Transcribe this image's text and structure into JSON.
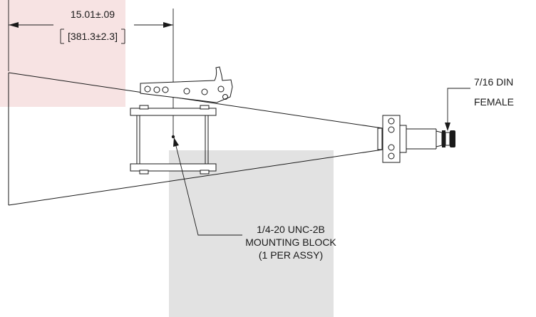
{
  "dimension": {
    "inches": "15.01±.09",
    "mm": "[381.3±2.3]"
  },
  "callouts": {
    "connector": [
      "7/16 DIN",
      "FEMALE"
    ],
    "mount": [
      "1/4-20 UNC-2B",
      "MOUNTING BLOCK",
      "(1 PER ASSY)"
    ]
  },
  "colors": {
    "highlight_pink": "#f7e3e3",
    "highlight_gray": "#e2e2e2",
    "line": "#1a1a1a"
  }
}
